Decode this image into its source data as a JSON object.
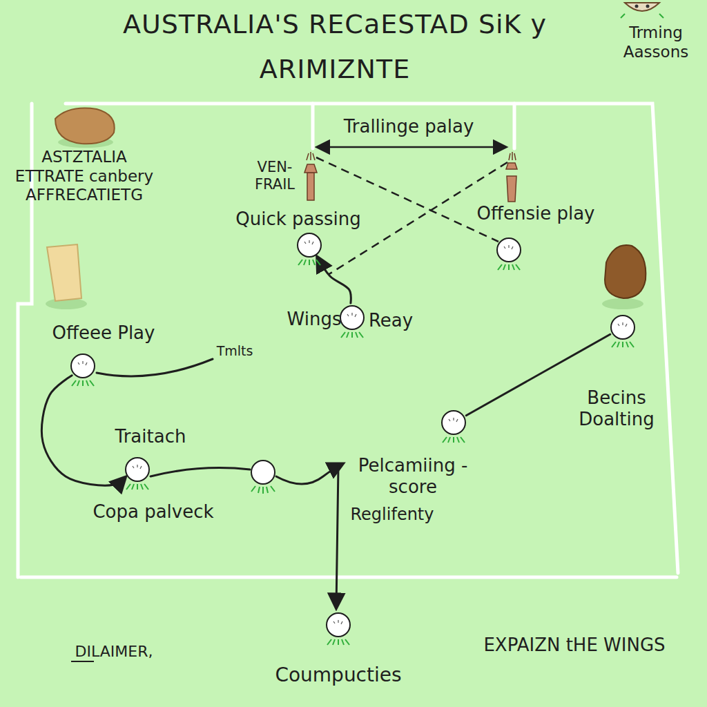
{
  "diagram": {
    "title": "AUSTRALIA'S RECaESTAD SiK y ARIMIZNTE",
    "nodes": [
      {
        "text": [
          "Quick passing"
        ]
      },
      {
        "text": [
          "Offensie play"
        ]
      },
      {
        "text": [
          "Wings",
          "Reay"
        ]
      },
      {
        "text": [
          "Offeee Play"
        ]
      },
      {
        "text": [
          "Traitach",
          "Copa palveck"
        ]
      },
      {
        "text": [
          "Pelcamiing - score"
        ]
      },
      {
        "text": [
          "Becins Doalting"
        ]
      },
      {
        "text": [
          "Coumpucties"
        ]
      }
    ],
    "edges": [
      {
        "from": 2,
        "to": 0,
        "arrow": "to"
      },
      {
        "from": 3,
        "to": 4,
        "arrow": "to"
      },
      {
        "from": 5,
        "to": 6,
        "arrow": "none"
      }
    ],
    "labels": [
      "Trming Aassons",
      "ASTZTALIA ETTRATE canbery AFFRECATIETG",
      "Trallinge palay",
      "VEN- FRAIL",
      "Tmlts",
      "Reglifenty",
      "DILAIMER,",
      "EXPAIZN tHE WINGS"
    ]
  }
}
